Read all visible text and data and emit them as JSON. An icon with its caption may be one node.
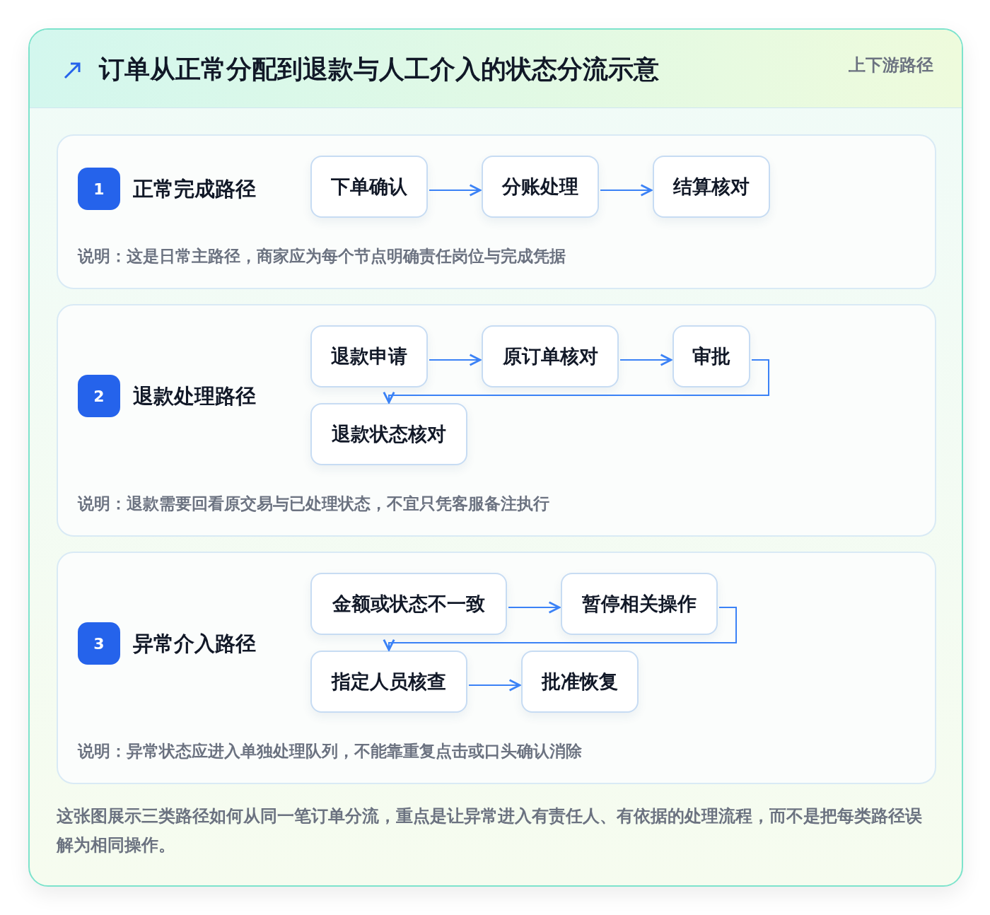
{
  "diagram": {
    "title": "订单从正常分配到退款与人工介入的状态分流示意",
    "caption": "这张图展示三类路径如何从同一笔订单分流，重点是让异常进入有责任人、有依据的处理流程，而不是把每类路径误解为相同操作。",
    "nodes": [
      {
        "text": [
          "1",
          "正常完成路径",
          "说明：这是日常主路径，商家应为每个节点明确责任岗位与完成凭据"
        ]
      },
      {
        "text": [
          "下单确认"
        ],
        "in": 0
      },
      {
        "text": [
          "分账处理"
        ],
        "in": 0
      },
      {
        "text": [
          "结算核对"
        ],
        "in": 0
      },
      {
        "text": [
          "2",
          "退款处理路径",
          "说明：退款需要回看原交易与已处理状态，不宜只凭客服备注执行"
        ]
      },
      {
        "text": [
          "退款申请"
        ],
        "in": 4
      },
      {
        "text": [
          "原订单核对"
        ],
        "in": 4
      },
      {
        "text": [
          "审批"
        ],
        "in": 4
      },
      {
        "text": [
          "退款状态核对"
        ],
        "in": 4
      },
      {
        "text": [
          "3",
          "异常介入路径",
          "说明：异常状态应进入单独处理队列，不能靠重复点击或口头确认消除"
        ]
      },
      {
        "text": [
          "金额或状态不一致"
        ],
        "in": 9
      },
      {
        "text": [
          "暂停相关操作"
        ],
        "in": 9
      },
      {
        "text": [
          "指定人员核查"
        ],
        "in": 9
      },
      {
        "text": [
          "批准恢复"
        ],
        "in": 9
      }
    ],
    "edges": [
      {
        "from": 1,
        "to": 2,
        "arrow": "to"
      },
      {
        "from": 2,
        "to": 3,
        "arrow": "to"
      },
      {
        "from": 5,
        "to": 6,
        "arrow": "to"
      },
      {
        "from": 6,
        "to": 7,
        "arrow": "to"
      },
      {
        "from": 7,
        "to": 8,
        "arrow": "to"
      },
      {
        "from": 10,
        "to": 11,
        "arrow": "to"
      },
      {
        "from": 11,
        "to": 12,
        "arrow": "to"
      },
      {
        "from": 12,
        "to": 13,
        "arrow": "to"
      }
    ],
    "labels": [
      "上下游路径"
    ]
  }
}
